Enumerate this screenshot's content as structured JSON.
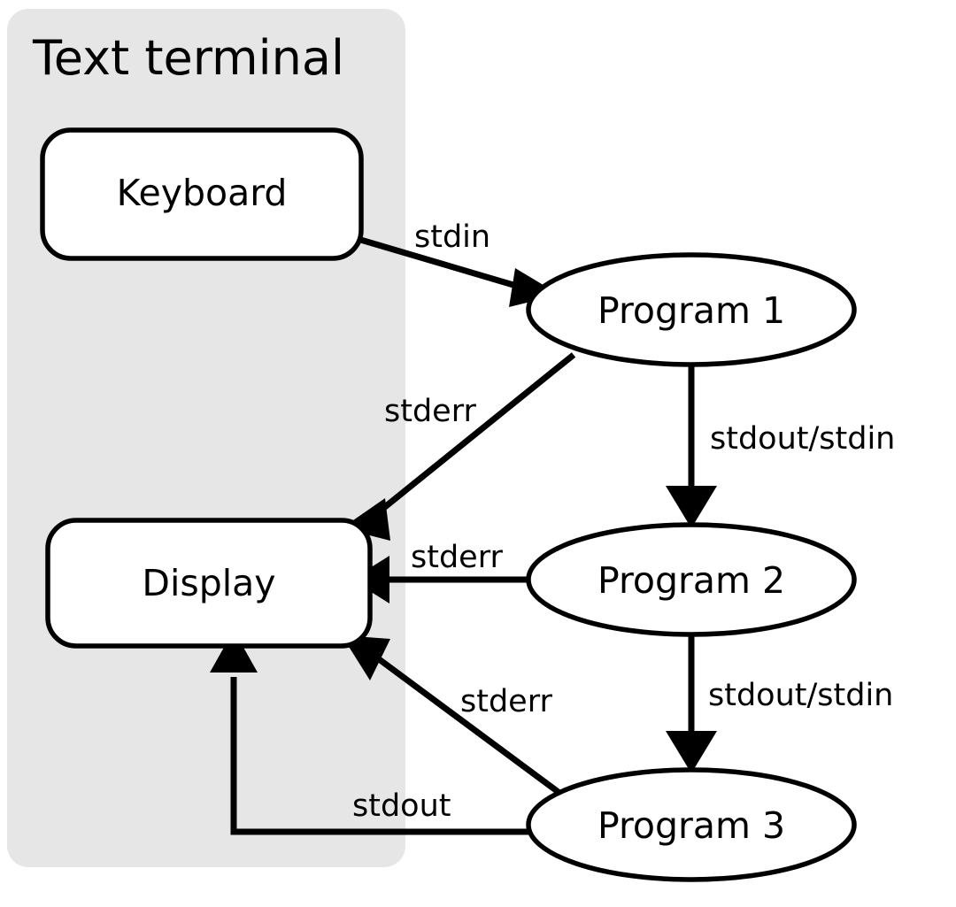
{
  "diagram": {
    "title": "Text terminal",
    "panel": {
      "label": "Text terminal",
      "fill": "#e6e6e6"
    },
    "nodes": [
      {
        "id": "keyboard",
        "label": "Keyboard",
        "shape": "rounded-rect"
      },
      {
        "id": "display",
        "label": "Display",
        "shape": "rounded-rect"
      },
      {
        "id": "program1",
        "label": "Program 1",
        "shape": "ellipse"
      },
      {
        "id": "program2",
        "label": "Program 2",
        "shape": "ellipse"
      },
      {
        "id": "program3",
        "label": "Program 3",
        "shape": "ellipse"
      }
    ],
    "edges": [
      {
        "id": "e1",
        "from": "keyboard",
        "to": "program1",
        "label": "stdin"
      },
      {
        "id": "e2",
        "from": "program1",
        "to": "display",
        "label": "stderr"
      },
      {
        "id": "e3",
        "from": "program1",
        "to": "program2",
        "label": "stdout/stdin"
      },
      {
        "id": "e4",
        "from": "program2",
        "to": "display",
        "label": "stderr"
      },
      {
        "id": "e5",
        "from": "program2",
        "to": "program3",
        "label": "stdout/stdin"
      },
      {
        "id": "e6",
        "from": "program3",
        "to": "display",
        "label": "stderr"
      },
      {
        "id": "e7",
        "from": "program3",
        "to": "display",
        "label": "stdout"
      }
    ],
    "colors": {
      "stroke": "#000000",
      "node_fill": "#ffffff",
      "panel_fill": "#e6e6e6",
      "background": "#ffffff"
    }
  }
}
